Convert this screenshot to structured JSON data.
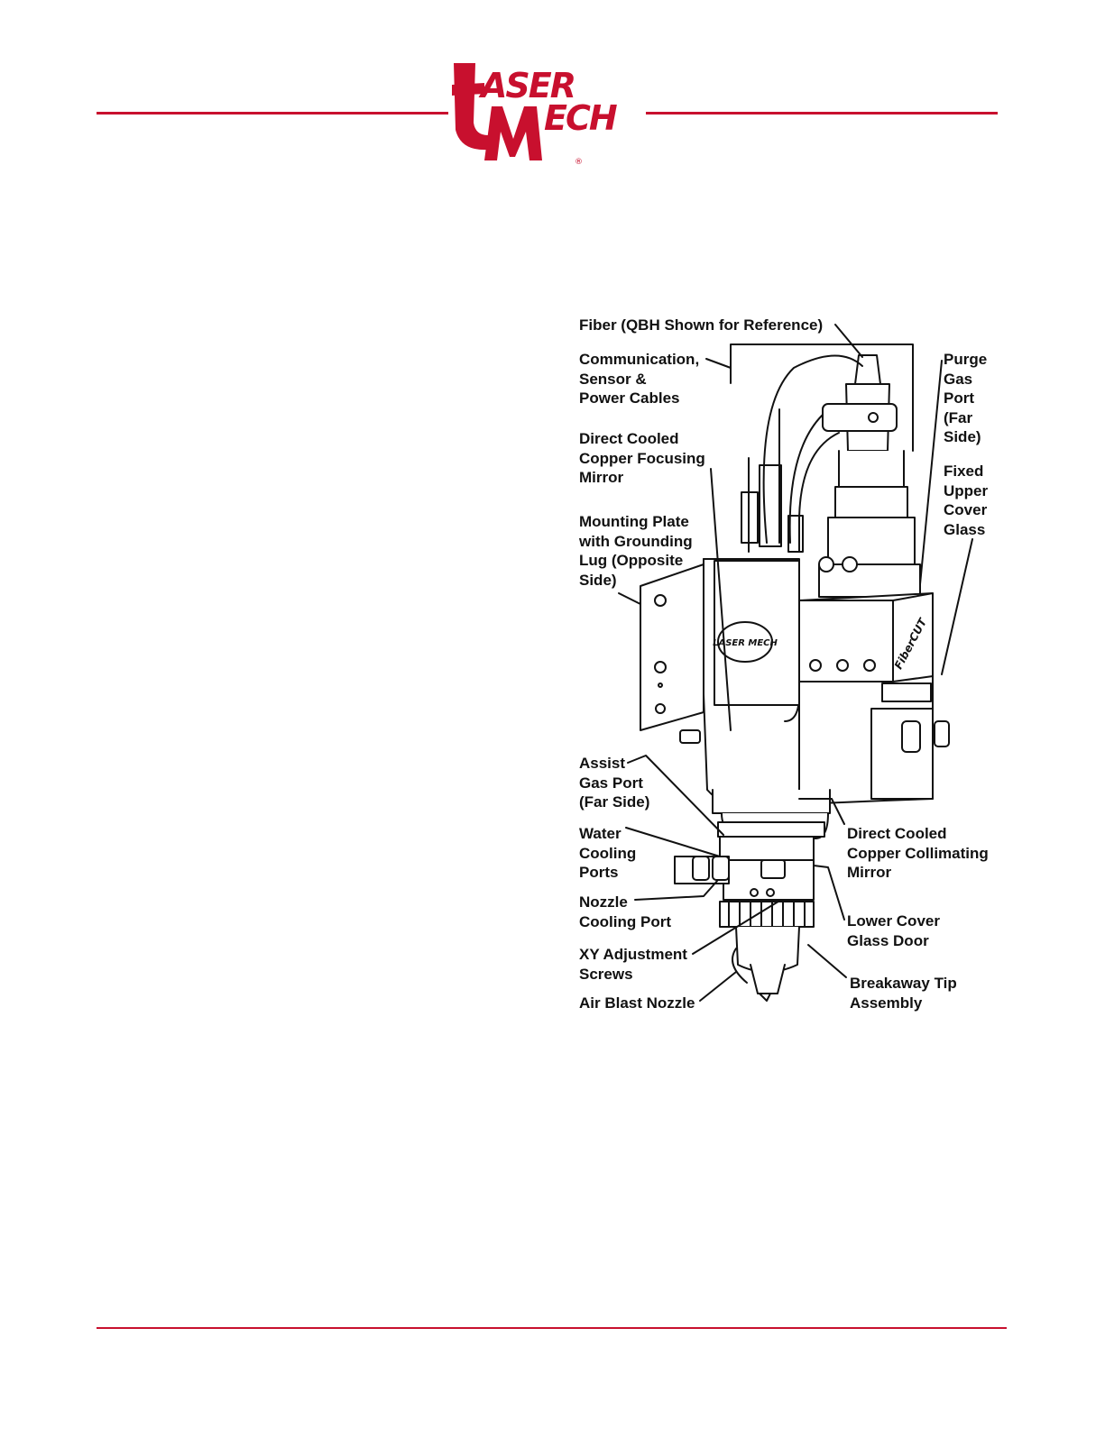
{
  "brand": {
    "logo_text": "LASER MECH",
    "logo_color": "#c8102e",
    "registered_mark": "®",
    "housing_badge_text": "LASER MECH",
    "product_badge_text": "FiberCUT"
  },
  "colors": {
    "accent": "#c8102e",
    "label_text": "#111111",
    "line_art": "#111111"
  },
  "callouts": {
    "fiber": "Fiber (QBH Shown for Reference)",
    "communication": "Communication,\nSensor &\nPower Cables",
    "purge_gas": "Purge\nGas\nPort\n(Far\nSide)",
    "focusing_mirror": "Direct Cooled\nCopper Focusing\nMirror",
    "upper_cover_glass": "Fixed\nUpper\nCover\nGlass",
    "mounting_plate": "Mounting Plate\nwith Grounding\nLug (Opposite\nSide)",
    "assist_gas": "Assist\nGas Port\n(Far Side)",
    "water_cooling": "Water\nCooling\nPorts",
    "collimating_mirror": "Direct Cooled\nCopper Collimating\nMirror",
    "nozzle_cooling": "Nozzle\nCooling Port",
    "lower_cover_glass": "Lower Cover\nGlass Door",
    "xy_adjustment": "XY Adjustment\nScrews",
    "breakaway_tip": "Breakaway Tip\nAssembly",
    "air_blast": "Air Blast Nozzle"
  }
}
